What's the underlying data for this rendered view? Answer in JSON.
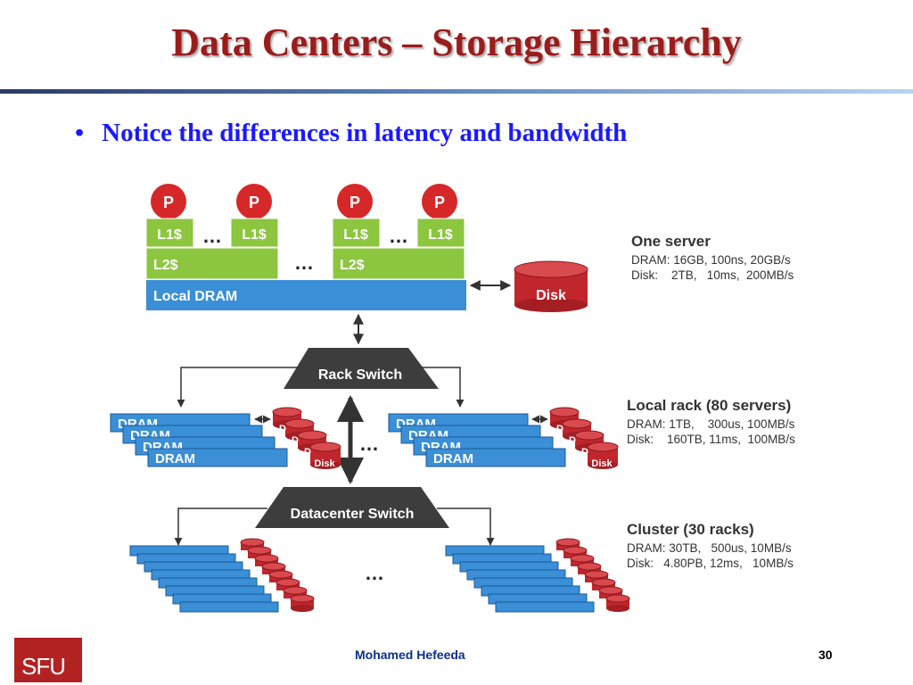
{
  "slide": {
    "title": "Data Centers – Storage Hierarchy",
    "bullet": "Notice the differences in latency and bandwidth",
    "author": "Mohamed  Hefeeda",
    "page_number": "30",
    "logo_text": "SFU"
  },
  "diagram": {
    "processor_label": "P",
    "l1_label": "L1$",
    "l2_label": "L2$",
    "dram_label": "Local DRAM",
    "disk_label": "Disk",
    "ellipsis": "…",
    "rack_switch_label": "Rack Switch",
    "datacenter_switch_label": "Datacenter Switch",
    "rack_dram_label": "DRAM",
    "rack_disk_label": "Disk",
    "rack_disk_partial": "D"
  },
  "levels": {
    "server": {
      "heading": "One server",
      "dram": "DRAM: 16GB, 100ns, 20GB/s",
      "disk": "Disk:    2TB,   10ms,  200MB/s"
    },
    "rack": {
      "heading": "Local rack (80 servers)",
      "dram": "DRAM: 1TB,    300us, 100MB/s",
      "disk": "Disk:    160TB, 11ms,  100MB/s"
    },
    "cluster": {
      "heading": "Cluster (30 racks)",
      "dram": "DRAM: 30TB,   500us, 10MB/s",
      "disk": "Disk:   4.80PB, 12ms,   10MB/s"
    }
  },
  "colors": {
    "title": "#9b1c1c",
    "bullet": "#1a1aff",
    "processor": "#d62828",
    "cache": "#8cc63f",
    "dram": "#3a8fd6",
    "disk": "#c0262c",
    "switch": "#3d3d3d"
  }
}
